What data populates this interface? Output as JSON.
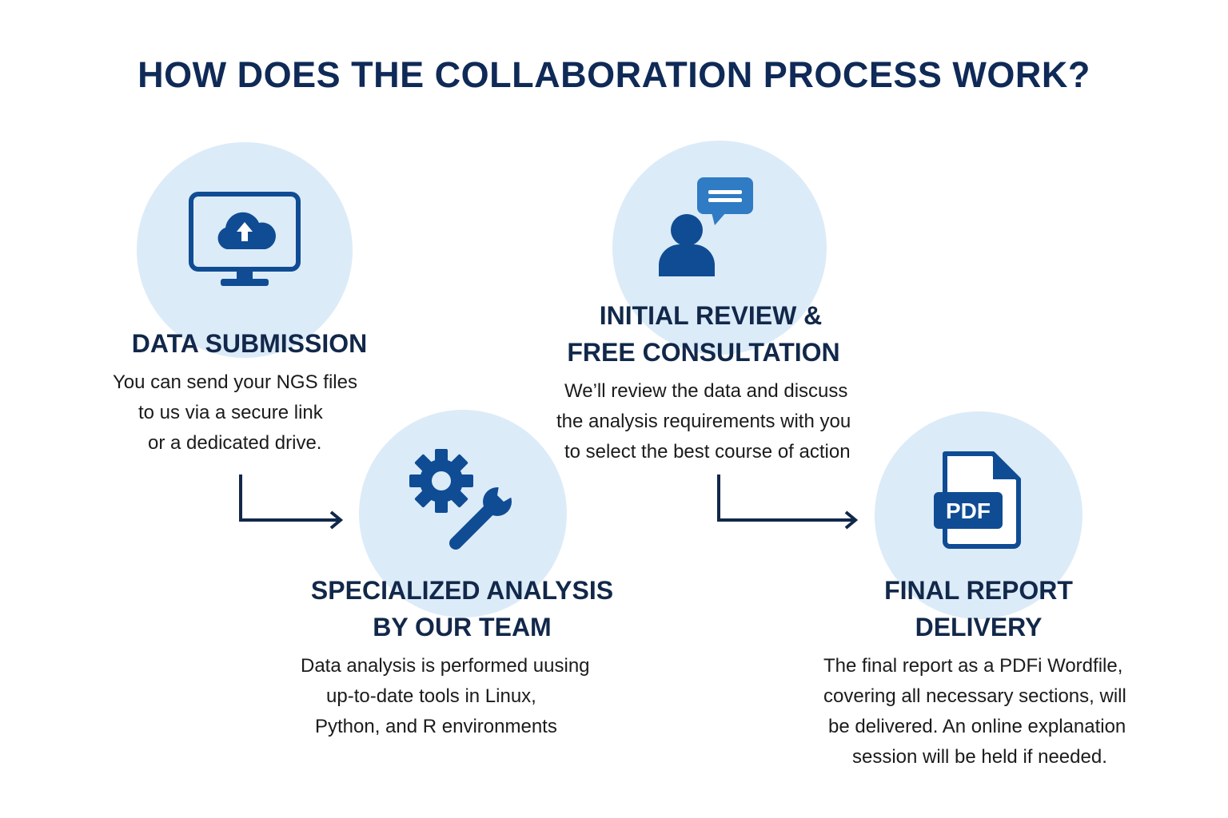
{
  "title": "HOW DOES THE COLLABORATION PROCESS WORK?",
  "colors": {
    "title": "#0f2a57",
    "circle": "#dcebf8",
    "icon_primary": "#0f4c94",
    "icon_accent": "#2f7bc4",
    "arrow": "#12284a"
  },
  "steps": [
    {
      "icon": "monitor-cloud-upload-icon",
      "title_lines": [
        "DATA SUBMISSION"
      ],
      "desc_lines": [
        "You can send your NGS files",
        "to us via a secure link",
        "or a dedicated drive."
      ]
    },
    {
      "icon": "person-chat-icon",
      "title_lines": [
        "INITIAL REVIEW &",
        "FREE CONSULTATION"
      ],
      "desc_lines": [
        "We’ll review the data and discuss",
        "the analysis requirements with you",
        "to select the best course of action"
      ]
    },
    {
      "icon": "gear-wrench-icon",
      "title_lines": [
        "SPECIALIZED ANALYSIS",
        "BY OUR TEAM"
      ],
      "desc_lines": [
        "Data analysis is performed uusing",
        "up-to-date tools in Linux,",
        "Python, and R environments"
      ]
    },
    {
      "icon": "pdf-document-icon",
      "icon_label": "PDF",
      "title_lines": [
        "FINAL REPORT",
        "DELIVERY"
      ],
      "desc_lines": [
        "The final report as a PDFi Wordfile,",
        "covering all necessary sections, will",
        "be delivered. An online explanation",
        "session will be held if needed."
      ]
    }
  ]
}
